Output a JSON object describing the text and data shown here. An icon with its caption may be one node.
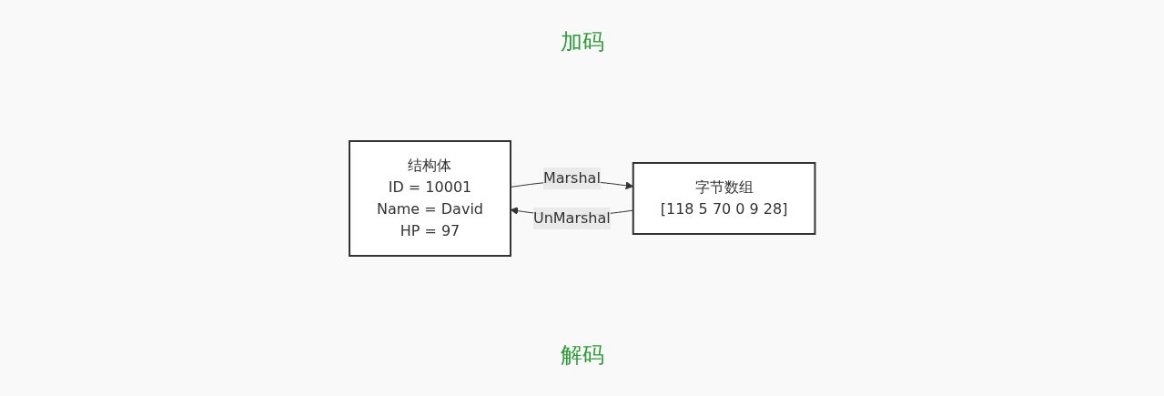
{
  "diagram": {
    "nodes": [
      {
        "text": [
          "结构体",
          "ID = 10001",
          "Name = David",
          "HP = 97"
        ]
      },
      {
        "text": [
          "字节数组",
          "[118 5 70 0 9 28]"
        ]
      }
    ],
    "edges": [
      {
        "from": 0,
        "to": 1,
        "arrow": "to",
        "label": "Marshal"
      },
      {
        "from": 1,
        "to": 0,
        "arrow": "to",
        "label": "UnMarshal"
      }
    ],
    "labels": [
      "加码",
      "解码"
    ]
  }
}
